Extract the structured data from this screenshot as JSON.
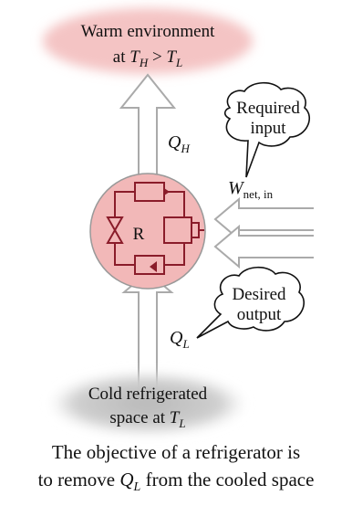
{
  "warm_environment": {
    "line1": "Warm environment",
    "line2_prefix": "at ",
    "th_symbol": "T",
    "th_sub": "H",
    "compare": " > ",
    "tl_symbol": "T",
    "tl_sub": "L",
    "fill_color": "#f4c4c4"
  },
  "cold_space": {
    "line1": "Cold refrigerated",
    "line2_prefix": "space at ",
    "tl_symbol": "T",
    "tl_sub": "L",
    "fill_color": "#c9c9c9"
  },
  "heat_out": {
    "symbol": "Q",
    "sub": "H"
  },
  "heat_in": {
    "symbol": "Q",
    "sub": "L"
  },
  "work_in": {
    "symbol": "W",
    "sub": "net, in"
  },
  "required_input_bubble": {
    "line1": "Required",
    "line2": "input"
  },
  "desired_output_bubble": {
    "line1": "Desired",
    "line2": "output"
  },
  "refrigerator": {
    "label": "R",
    "fill_color": "#f2b8b8",
    "line_color": "#8a1c2a"
  },
  "caption": {
    "line1": "The objective of a refrigerator is",
    "line2_prefix": "to remove ",
    "q_symbol": "Q",
    "q_sub": "L",
    "line2_suffix": " from the cooled space"
  }
}
